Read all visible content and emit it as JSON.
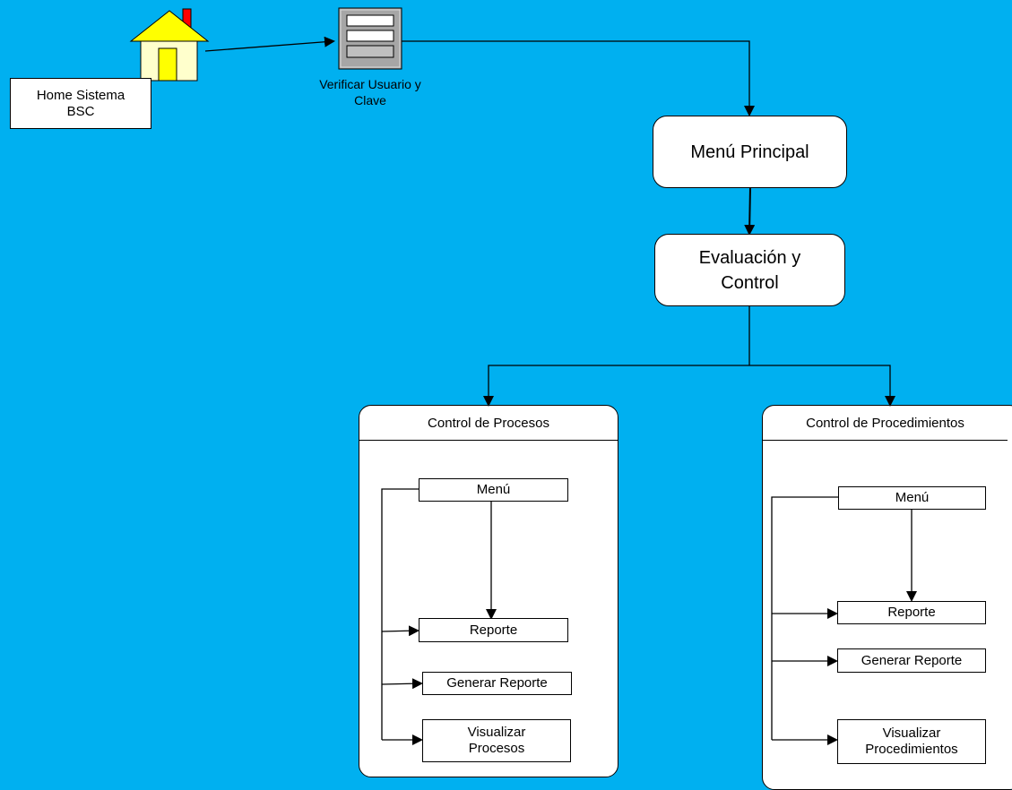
{
  "start": {
    "label_line1": "Home Sistema",
    "label_line2": "BSC",
    "icon": "house-icon"
  },
  "login": {
    "label_line1": "Verificar Usuario y",
    "label_line2": "Clave",
    "icon": "login-form-icon"
  },
  "main_menu": {
    "label": "Menú Principal"
  },
  "evaluation": {
    "label_line1": "Evaluación y",
    "label_line2": "Control"
  },
  "processes_panel": {
    "title": "Control de Procesos",
    "items": {
      "menu": "Menú",
      "report": "Reporte",
      "generate": "Generar Reporte",
      "view_line1": "Visualizar",
      "view_line2": "Procesos"
    }
  },
  "procedures_panel": {
    "title": "Control de Procedimientos",
    "items": {
      "menu": "Menú",
      "report": "Reporte",
      "generate": "Generar Reporte",
      "view_line1": "Visualizar",
      "view_line2": "Procedimientos"
    }
  },
  "colors": {
    "background": "#00b0f0",
    "house_wall": "#ffffcc",
    "house_roof": "#ffff00",
    "chimney": "#ff0000"
  }
}
